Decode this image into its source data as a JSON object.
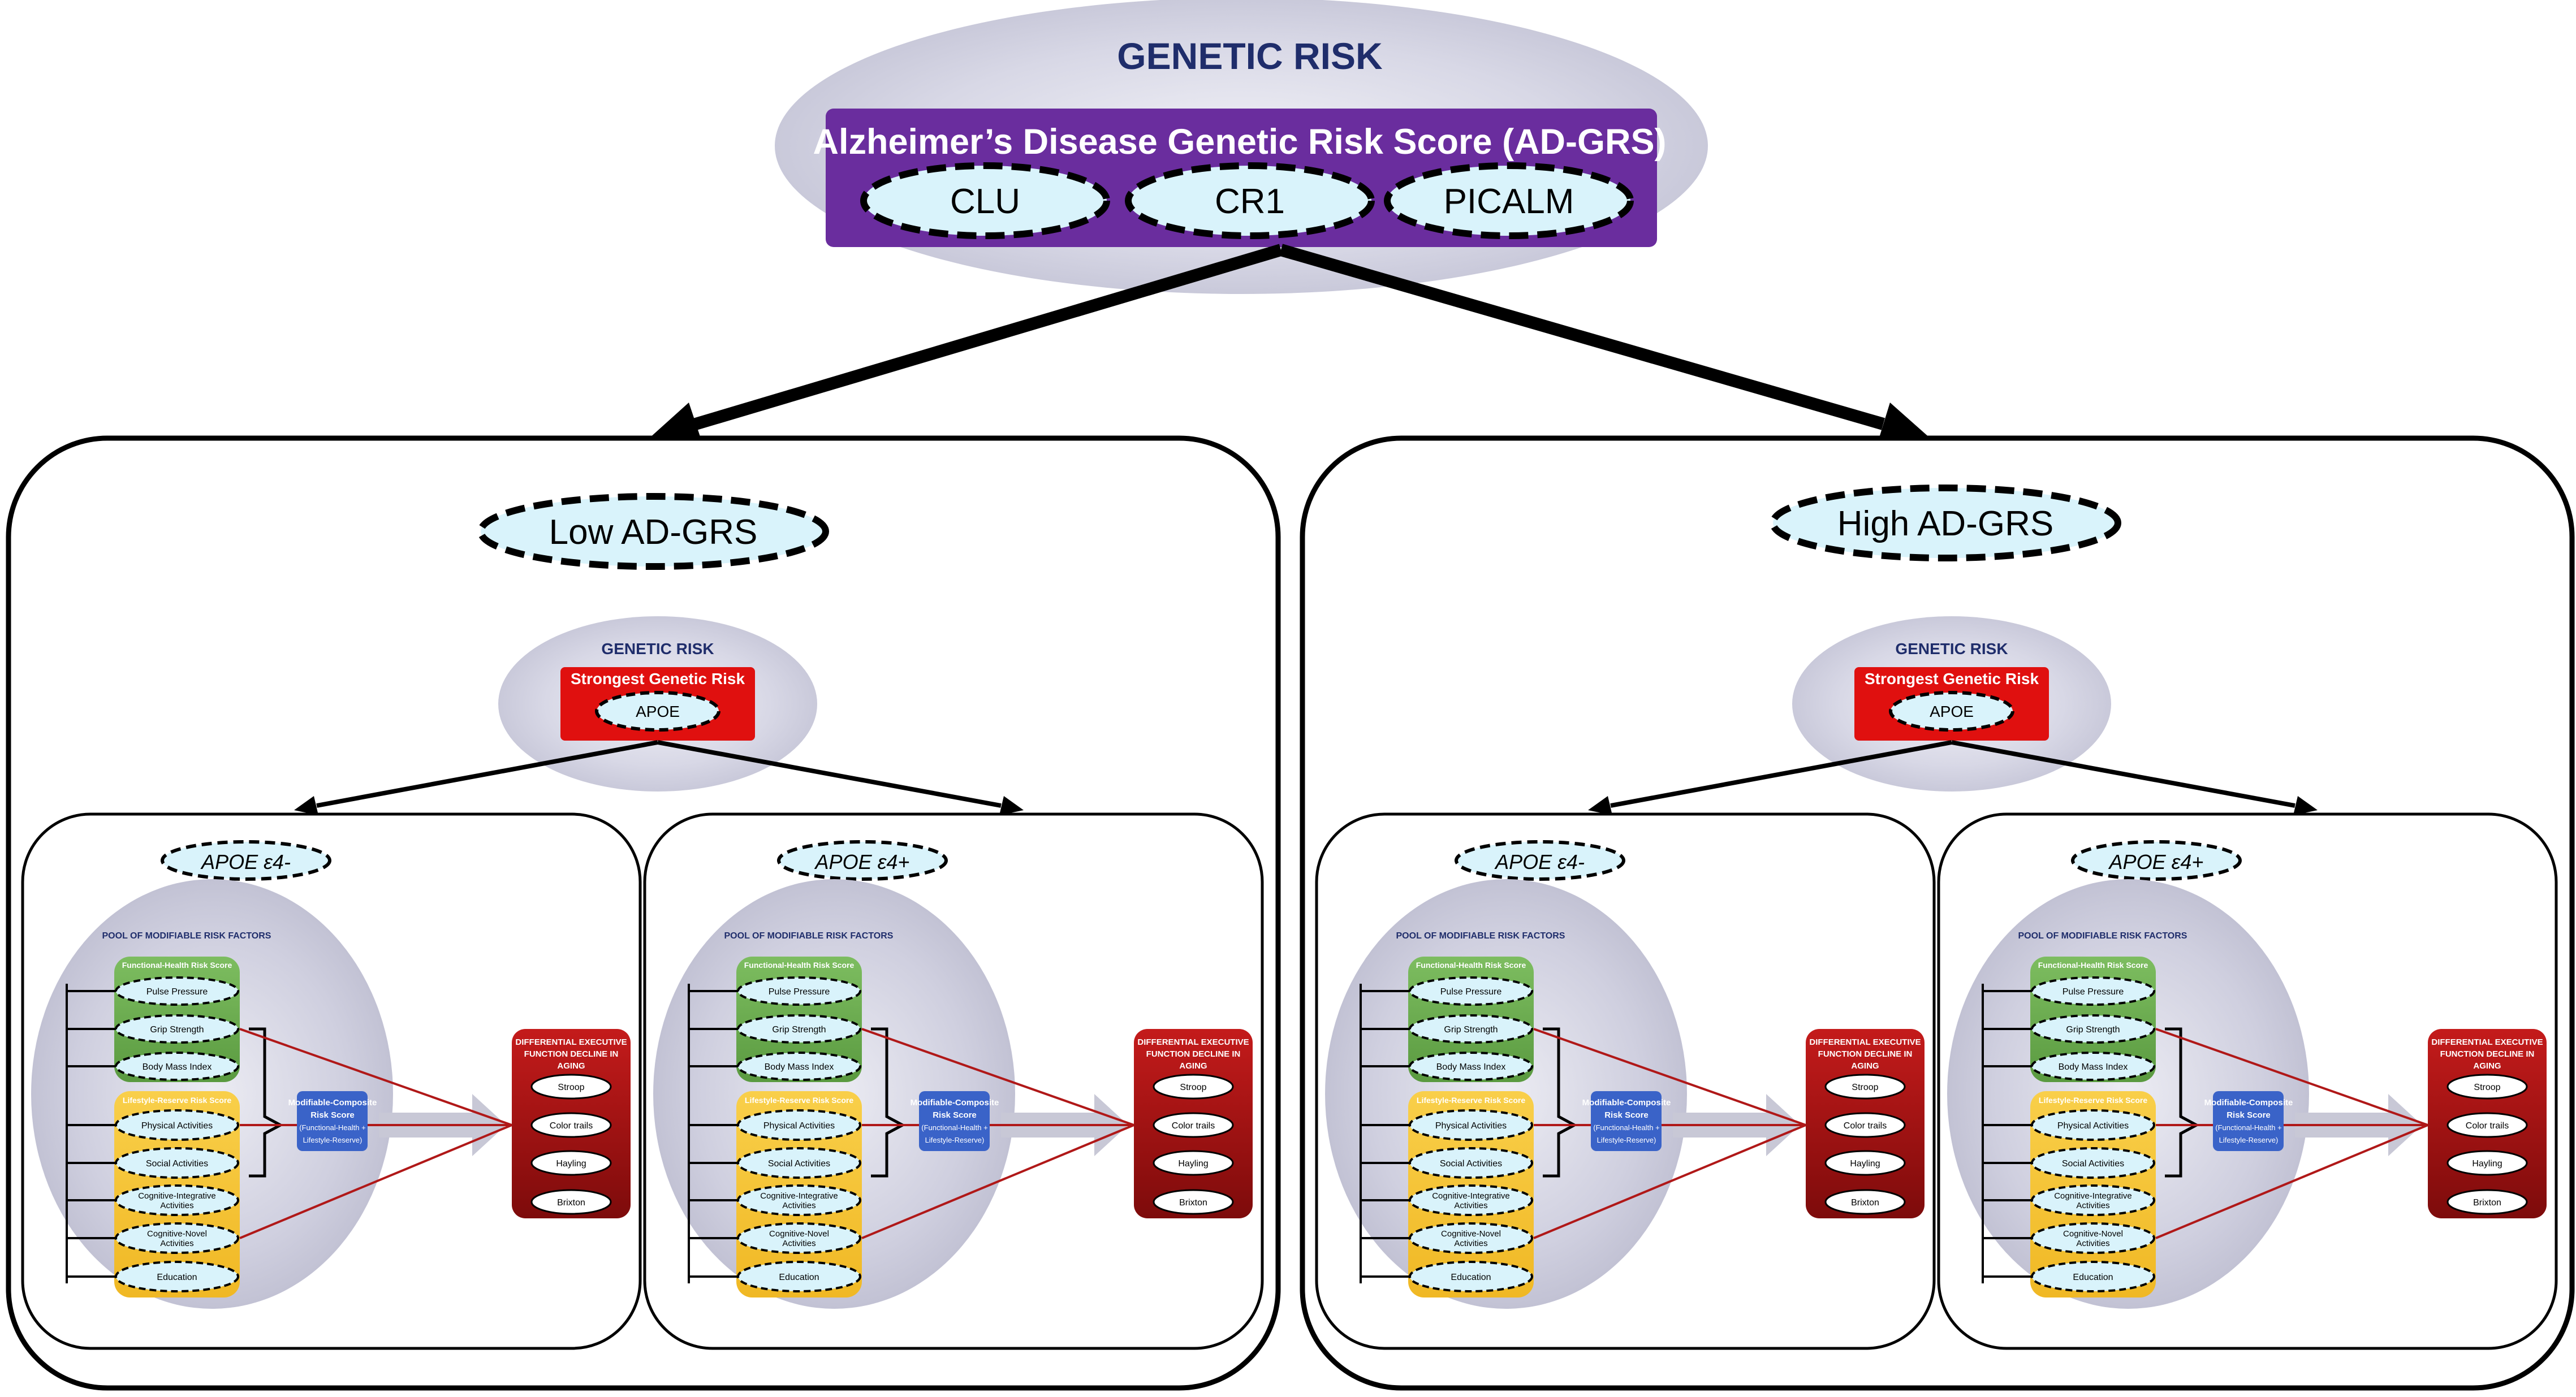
{
  "top": {
    "heading": "GENETIC RISK",
    "score_title": "Alzheimer’s Disease Genetic Risk Score (AD-GRS)",
    "genes": [
      "CLU",
      "CR1",
      "PICALM"
    ]
  },
  "panels": [
    {
      "label": "Low AD-GRS"
    },
    {
      "label": "High AD-GRS"
    }
  ],
  "genetic": {
    "heading": "GENETIC RISK",
    "strongest": "Strongest Genetic Risk",
    "gene": "APOE"
  },
  "groups": [
    "APOE ε4-",
    "APOE ε4+"
  ],
  "pool": {
    "title": "POOL OF MODIFIABLE RISK  FACTORS",
    "functional_title": "Functional-Health Risk Score",
    "functional_items": [
      "Pulse Pressure",
      "Grip Strength",
      "Body Mass Index"
    ],
    "lifestyle_title": "Lifestyle-Reserve Risk Score",
    "lifestyle_items": [
      "Physical Activities",
      "Social Activities",
      "Cognitive-Integrative Activities",
      "Cognitive-Novel Activities",
      "Education"
    ]
  },
  "composite": {
    "lines": [
      "Modifiable-Composite",
      "Risk Score",
      "(Functional-Health +",
      "Lifestyle-Reserve)"
    ]
  },
  "outcome": {
    "title_lines": [
      "DIFFERENTIAL EXECUTIVE",
      "FUNCTION DECLINE IN",
      "AGING"
    ],
    "tests": [
      "Stroop",
      "Color trails",
      "Hayling",
      "Brixton"
    ]
  },
  "colors": {
    "gene_purple": "#6a2d9e",
    "apoe_red": "#e0100f",
    "functional_green": "#6aaa4e",
    "lifestyle_yellow": "#f7c432",
    "composite_blue": "#3a63c8",
    "outcome_darkred": "#9f1212",
    "ellipse_fill": "#d9f3fb",
    "gray_halo": "#d6d6e4",
    "heading_navy": "#1f2d6b",
    "connector_red": "#b01818"
  }
}
